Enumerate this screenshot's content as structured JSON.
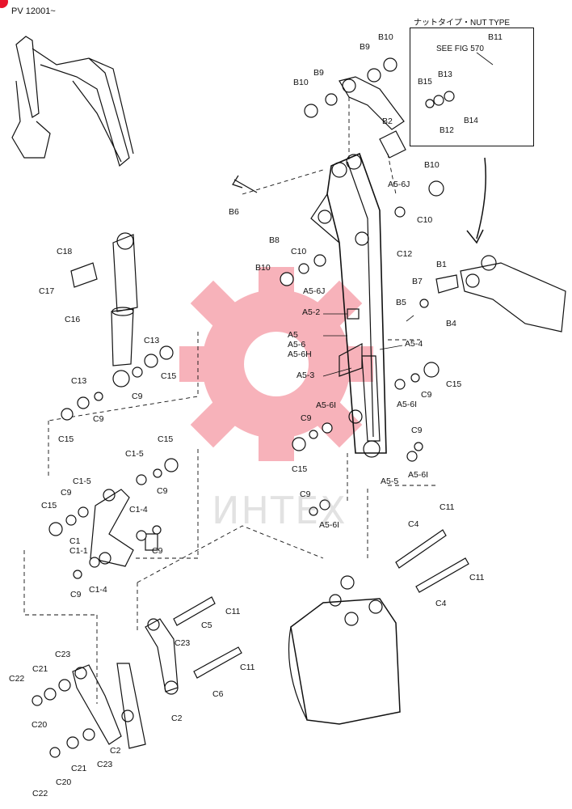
{
  "header": {
    "code": "PV 12001~"
  },
  "inset": {
    "title": "ナットタイプ・NUT TYPE",
    "see_fig": "SEE FIG 570"
  },
  "watermark": {
    "text": "ИНТЕХ",
    "color": "#e8142c"
  },
  "callouts": [
    "B10",
    "B9",
    "B10",
    "B9",
    "B11",
    "B15",
    "B13",
    "B12",
    "B14",
    "B2",
    "B10",
    "B6",
    "A5-6J",
    "C10",
    "B8",
    "C12",
    "C10",
    "B10",
    "A5-6J",
    "B1",
    "B7",
    "B5",
    "B4",
    "A5-2",
    "A5",
    "A5-6",
    "A5-6H",
    "A5-4",
    "A5-3",
    "C15",
    "A5-6I",
    "C9",
    "A5-6I",
    "C9",
    "C15",
    "C9",
    "A5-6I",
    "A5-5",
    "C9",
    "A5-6I",
    "C18",
    "C17",
    "C16",
    "C13",
    "C15",
    "C9",
    "C13",
    "C9",
    "C15",
    "C1-5",
    "C9",
    "C15",
    "C15",
    "C1-5",
    "C9",
    "C1-4",
    "C1",
    "C1-1",
    "C9",
    "C1-4",
    "C9",
    "C4",
    "C11",
    "C4",
    "C11",
    "C11",
    "C5",
    "C23",
    "C11",
    "C6",
    "C2",
    "C22",
    "C21",
    "C23",
    "C20",
    "C2",
    "C23",
    "C21",
    "C20",
    "C22"
  ]
}
